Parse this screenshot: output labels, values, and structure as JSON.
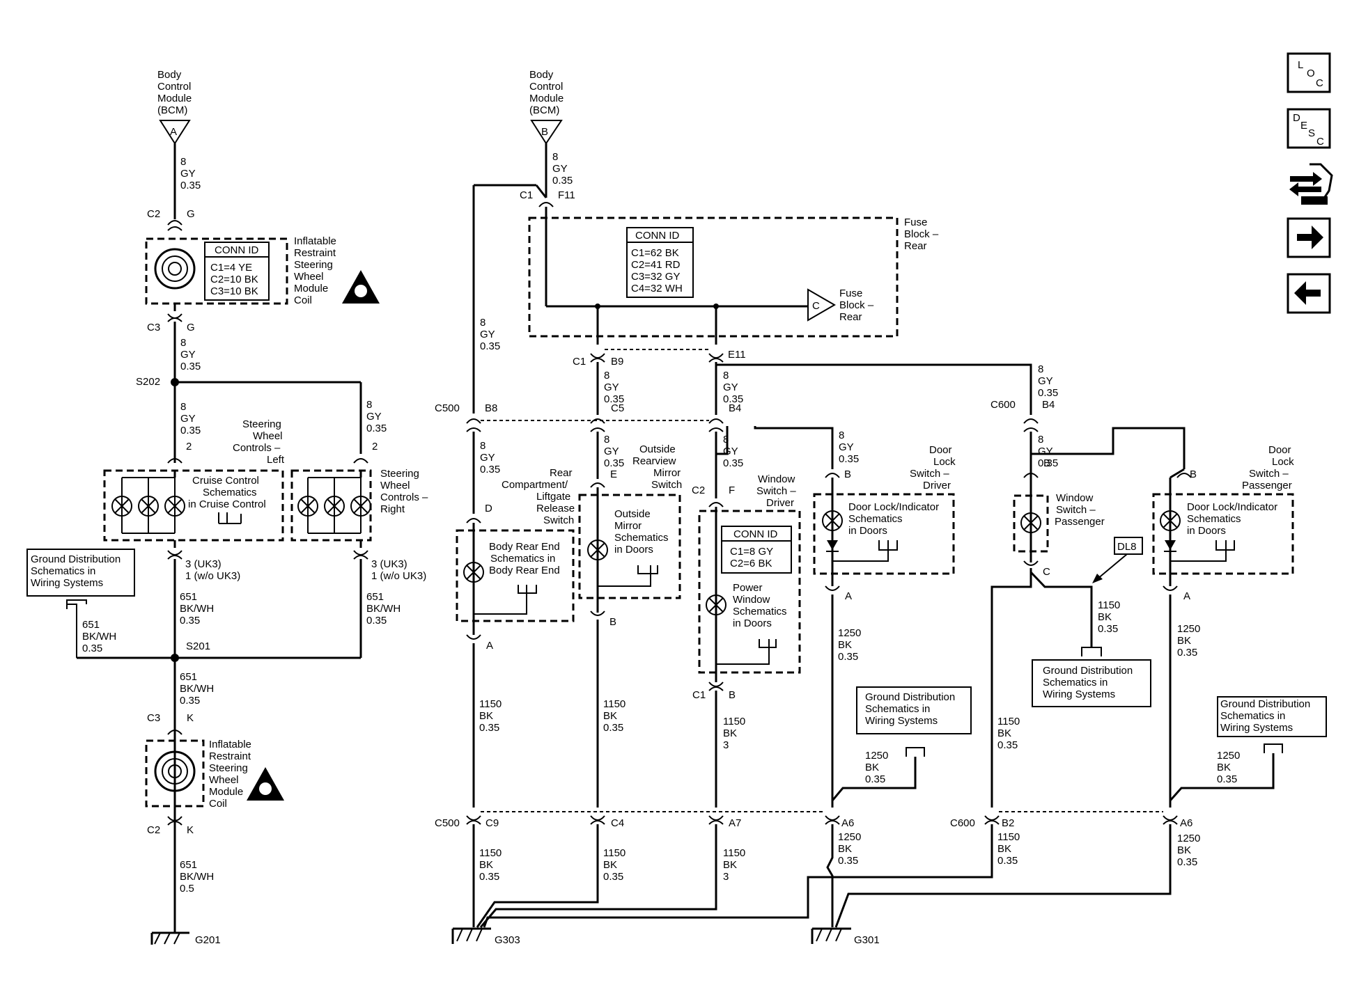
{
  "labels": {
    "bcm_a": [
      "Body",
      "Control",
      "Module",
      "(BCM)"
    ],
    "bcm_a_pin": "A",
    "bcm_b": [
      "Body",
      "Control",
      "Module",
      "(BCM)"
    ],
    "bcm_b_pin": "B",
    "fuse_block_rear": [
      "Fuse",
      "Block –",
      "Rear"
    ],
    "fuse_block_rear_c": [
      "Fuse",
      "Block –",
      "Rear"
    ],
    "fuse_c_pin": "C",
    "irsw_top": [
      "Inflatable",
      "Restraint",
      "Steering",
      "Wheel",
      "Module",
      "Coil"
    ],
    "irsw_bottom": [
      "Inflatable",
      "Restraint",
      "Steering",
      "Wheel",
      "Module",
      "Coil"
    ],
    "sw_left": [
      "Steering",
      "Wheel",
      "Controls –",
      "Left"
    ],
    "sw_right": [
      "Steering",
      "Wheel",
      "Controls –",
      "Right"
    ],
    "cruise": [
      "Cruise Control",
      "Schematics",
      "in Cruise Control"
    ],
    "gnd_dist_left": [
      "Ground Distribution",
      "Schematics in",
      "Wiring Systems"
    ],
    "gnd_dist_a": [
      "Ground Distribution",
      "Schematics in",
      "Wiring Systems"
    ],
    "gnd_dist_b": [
      "Ground Distribution",
      "Schematics in",
      "Wiring Systems"
    ],
    "gnd_dist_c": [
      "Ground Distribution",
      "Schematics in",
      "Wiring Systems"
    ],
    "rear_liftgate": [
      "Rear",
      "Compartment/",
      "Liftgate",
      "Release",
      "Switch"
    ],
    "body_rear_end": [
      "Body Rear End",
      "Schematics in",
      "Body Rear End"
    ],
    "outside_mirror_sw": [
      "Outside",
      "Rearview",
      "Mirror",
      "Switch"
    ],
    "outside_mirror": [
      "Outside",
      "Mirror",
      "Schematics",
      "in Doors"
    ],
    "window_sw_driver": [
      "Window",
      "Switch –",
      "Driver"
    ],
    "power_window": [
      "Power",
      "Window",
      "Schematics",
      "in Doors"
    ],
    "door_lock_sw_driver": [
      "Door",
      "Lock",
      "Switch –",
      "Driver"
    ],
    "door_lock_ind_d": [
      "Door Lock/Indicator",
      "Schematics",
      "in Doors"
    ],
    "window_sw_pass": [
      "Window",
      "Switch –",
      "Passenger"
    ],
    "door_lock_sw_pass": [
      "Door",
      "Lock",
      "Switch –",
      "Passenger"
    ],
    "door_lock_ind_p": [
      "Door Lock/Indicator",
      "Schematics",
      "in Doors"
    ],
    "dl8": "DL8"
  },
  "conn_ids": {
    "irsw": {
      "title": "CONN ID",
      "rows": [
        "C1=4 YE",
        "C2=10 BK",
        "C3=10 BK"
      ]
    },
    "fuse": {
      "title": "CONN ID",
      "rows": [
        "C1=62 BK",
        "C2=41 RD",
        "C3=32 GY",
        "C4=32 WH"
      ]
    },
    "window": {
      "title": "CONN ID",
      "rows": [
        "C1=8 GY",
        "C2=6 BK"
      ]
    }
  },
  "connectors": {
    "c2_g": [
      "C2",
      "G"
    ],
    "c3_g": [
      "C3",
      "G"
    ],
    "s202": "S202",
    "s201": "S201",
    "pin2_l": "2",
    "pin2_r": "2",
    "uk3_l": [
      "3 (UK3)",
      "1 (w/o UK3)"
    ],
    "uk3_r": [
      "3 (UK3)",
      "1 (w/o UK3)"
    ],
    "c3_k": [
      "C3",
      "K"
    ],
    "c2_k": [
      "C2",
      "K"
    ],
    "c1_f11": [
      "C1",
      "F11"
    ],
    "c1_b9": [
      "C1",
      "B9"
    ],
    "e11": "E11",
    "c500_b8": [
      "C500",
      "B8"
    ],
    "c5": "C5",
    "b4": "B4",
    "c600_b4": [
      "C600",
      "B4"
    ],
    "d": "D",
    "a_l": "A",
    "e": "E",
    "b_m": "B",
    "c2_f": [
      "C2",
      "F"
    ],
    "c1_b": [
      "C1",
      "B"
    ],
    "b_d": "B",
    "a_d": "A",
    "b_wp": "B",
    "c_wp": "C",
    "b_p": "B",
    "a_p": "A",
    "c500_c9": [
      "C500",
      "C9"
    ],
    "c4": "C4",
    "a7": "A7",
    "a6_l": "A6",
    "c600_b2": [
      "C600",
      "B2"
    ],
    "a6_r": "A6",
    "g201": "G201",
    "g303": "G303",
    "g301": "G301"
  },
  "wires": {
    "w_8gy": [
      "8",
      "GY",
      "0.35"
    ],
    "w_651_35": [
      "651",
      "BK/WH",
      "0.35"
    ],
    "w_651_5": [
      "651",
      "BK/WH",
      "0.5"
    ],
    "w_1150_35": [
      "1150",
      "BK",
      "0.35"
    ],
    "w_1150_3": [
      "1150",
      "BK",
      "3"
    ],
    "w_1250_35": [
      "1250",
      "BK",
      "0.35"
    ]
  },
  "nav": {
    "loc": [
      "L",
      "O",
      "C"
    ],
    "desc": [
      "D",
      "E",
      "S",
      "C"
    ],
    "icons": [
      "service-tools-icon",
      "arrow-right-icon",
      "arrow-left-icon"
    ]
  }
}
